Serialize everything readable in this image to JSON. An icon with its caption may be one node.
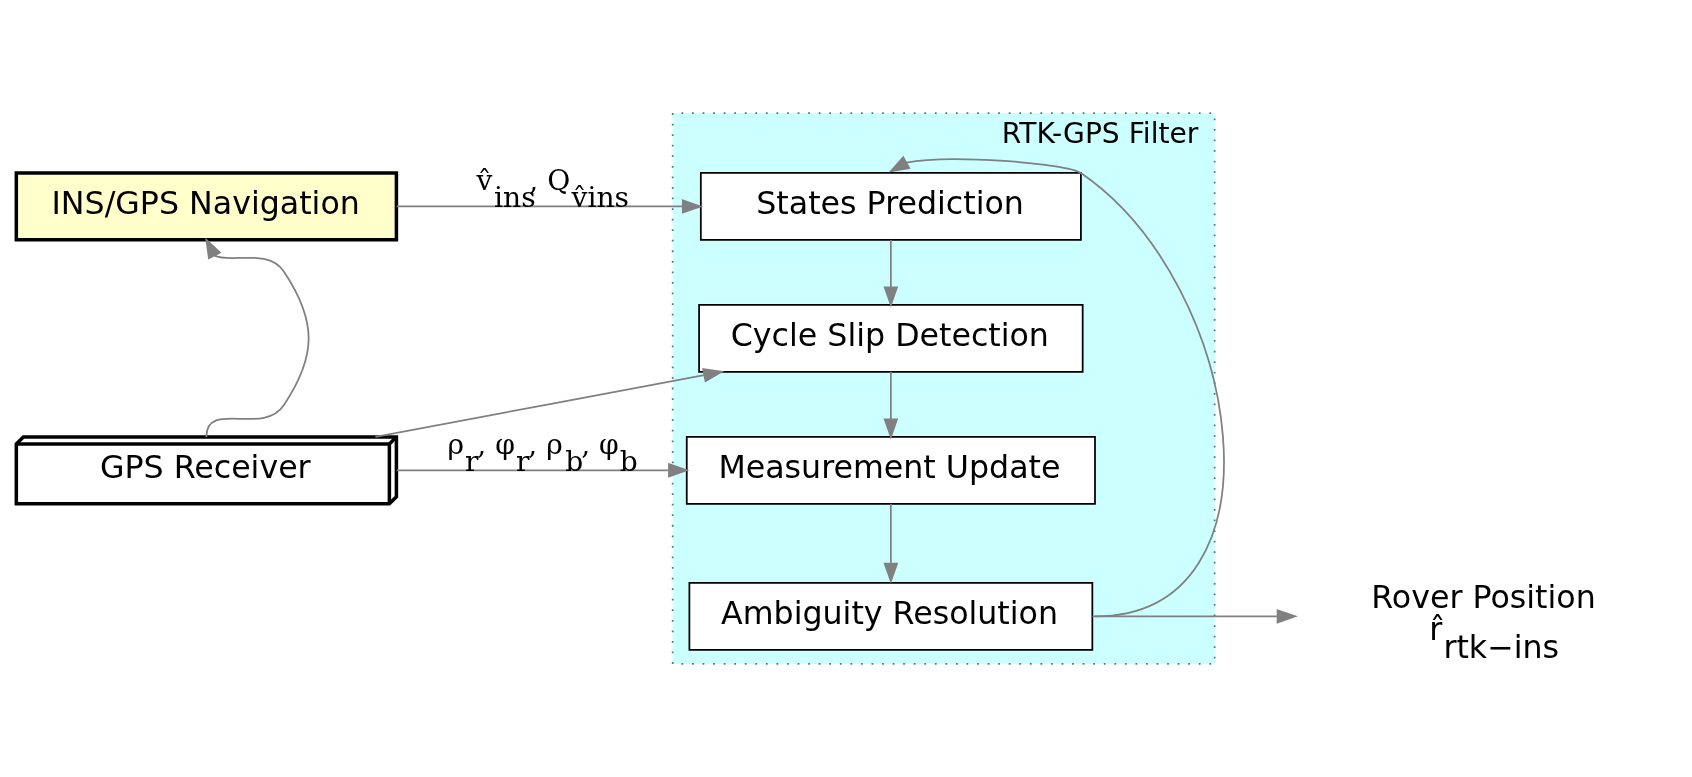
{
  "diagram": {
    "nodes": [
      {
        "text": [
          "INS/GPS Navigation"
        ]
      },
      {
        "text": [
          "GPS Receiver"
        ]
      },
      {
        "text": [
          "RTK-GPS Filter"
        ]
      },
      {
        "text": [
          "States Prediction"
        ],
        "in": 2
      },
      {
        "text": [
          "Cycle Slip Detection"
        ],
        "in": 2
      },
      {
        "text": [
          "Measurement Update"
        ],
        "in": 2
      },
      {
        "text": [
          "Ambiguity Resolution"
        ],
        "in": 2
      },
      {
        "text": [
          "Rover Position",
          "r̂$_{rtk−ins}$"
        ]
      }
    ],
    "edges": [
      {
        "from": 1,
        "to": 0,
        "arrow": "to"
      },
      {
        "from": 0,
        "to": 3,
        "arrow": "to",
        "label": "v̂$_{ins}$, Q$_{v̂ins}$"
      },
      {
        "from": 1,
        "to": 4,
        "arrow": "to"
      },
      {
        "from": 1,
        "to": 5,
        "arrow": "to",
        "label": "ρ$_{r}$, φ$_{r}$, ρ$_{b}$, φ$_{b}$"
      },
      {
        "from": 3,
        "to": 4,
        "arrow": "to"
      },
      {
        "from": 4,
        "to": 5,
        "arrow": "to"
      },
      {
        "from": 5,
        "to": 6,
        "arrow": "to"
      },
      {
        "from": 6,
        "to": 7,
        "arrow": "to"
      },
      {
        "from": 6,
        "to": 3,
        "arrow": "to"
      }
    ]
  }
}
